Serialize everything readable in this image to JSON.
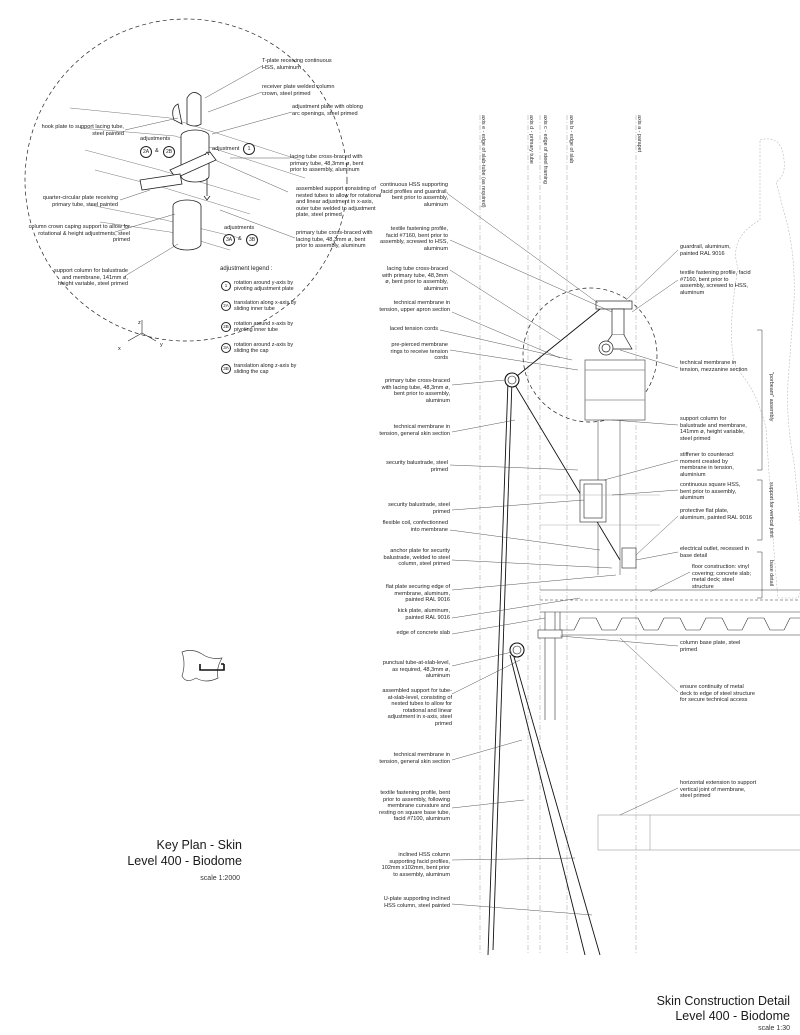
{
  "detail_left": {
    "labels": [
      "T-plate receiving continuous HSS, aluminum",
      "receiver plate welded column crown, steel primed",
      "adjustment plate with oblong arc openings, steel primed",
      "hook plate to support lacing tube, steel painted",
      "lacing tube cross-braced with primary tube, 48,3mm ø, bent prior to assembly, aluminum",
      "assembled support consisting of nested tubes to allow for rotational and linear adjustment in x-axis, outer tube welded to adjustment plate, steel primed",
      "quarter-circular plate receiving primary tube, steel painted",
      "column crown caping support to allow for rotational & height adjustments, steel primed",
      "primary tube cross-braced with lacing tube, 48,3mm ø, bent prior to assembly, aluminum",
      "support column for balustrade and membrane, 141mm ø, height variable, steel primed"
    ],
    "adjust_labels": [
      "adjustments",
      "adjustment",
      "adjustments"
    ],
    "tags": [
      "2A",
      "&",
      "2B",
      "1",
      "3A",
      "&",
      "3B"
    ],
    "axes": [
      "z",
      "x",
      "y"
    ],
    "legend_title": "adjustment legend :",
    "legend": [
      {
        "sym": "1",
        "text": "rotation around y-axis by pivoting adjustment plate"
      },
      {
        "sym": "2A",
        "text": "translation along x-axis by sliding inner tube"
      },
      {
        "sym": "2B",
        "text": "rotation around x-axis by pivoting inner tube"
      },
      {
        "sym": "3A",
        "text": "rotation around z-axis by sliding the cap"
      },
      {
        "sym": "3B",
        "text": "translation along z-axis by sliding the cap"
      }
    ]
  },
  "axes_top": [
    "axis e - edge of slab-tube (as required)",
    "axis d - primary tube",
    "axis c - edge of steel framing",
    "axis b - edge of slab",
    "axis a - parapet"
  ],
  "left_callouts": [
    "continuous HSS supporting facid profiles and guardrail, bent prior to assembly, aluminum",
    "textile fastening profile, facid #7160, bent prior to assembly, screwed to HSS, aluminum",
    "lacing tube cross-braced with primary tube, 48,3mm ø, bent prior to assembly, aluminum",
    "technical membrane in tension, upper apron section",
    "laced tension cords",
    "pre-pierced membrane rings to receive tension cords",
    "primary tube cross-braced with lacing tube, 48,3mm ø, bent prior to assembly, aluminum",
    "technical membrane in tension, general skin section",
    "security balustrade, steel primed",
    "security balustrade, steel primed",
    "flexible coil, confectionned into membrane",
    "anchor plate for security balustrade, welded to steel column, steel primed",
    "flat plate securing edge of membrane, aluminum, painted RAL 9016",
    "kick plate, aluminum, painted RAL 9016",
    "edge of concrete slab",
    "punctual tube-at-slab-level, as required, 48,3mm ø, aluminum",
    "assembled support for tube-at-slab-level, consisting of nested tubes to allow for rotational and linear adjustment in x-axis, steel primed",
    "technical membrane in tension, general skin section",
    "textile fastening profile, bent prior to assembly, following membrane curvature and resting on square base tube, facid #7100, aluminum",
    "inclined HSS column supporting facid profiles, 102mm x102mm, bent prior to assembly, aluminum",
    "U-plate supporting inclined HSS column, steel painted"
  ],
  "right_callouts": [
    "guardrail, aluminum, painted RAL 9016",
    "textile fastening profile, facid #7160, bent prior to assembly, screwed to HSS, aluminum",
    "technical membrane in tension, mezzanine section",
    "support column for balustrade and membrane, 141mm ø, height variable, steel primed",
    "stiffener to counteract moment created by membrane in tension, aluminium",
    "continuous square HSS, bent prior to assembly, aluminum",
    "protective flat plate, aluminum, painted RAL 9016",
    "electrical outlet, recessed in base detail",
    "floor construction: vinyl covering; concrete slab; metal deck; steel structure",
    "column base plate, steel primed",
    "ensure continuity of metal deck to edge of steel structure for secure technical access",
    "horizontal extension to support vertical joint of membrane, steel primed"
  ],
  "side_labels": [
    "\"porbeam\" assembly",
    "support for vertical joint",
    "base detail"
  ],
  "key_plan": {
    "title_line1": "Key Plan - Skin",
    "title_line2": "Level 400 - Biodome",
    "scale": "scale 1:2000"
  },
  "main_title": {
    "line1": "Skin Construction Detail",
    "line2": "Level 400 - Biodome",
    "scale": "scale 1:30"
  }
}
